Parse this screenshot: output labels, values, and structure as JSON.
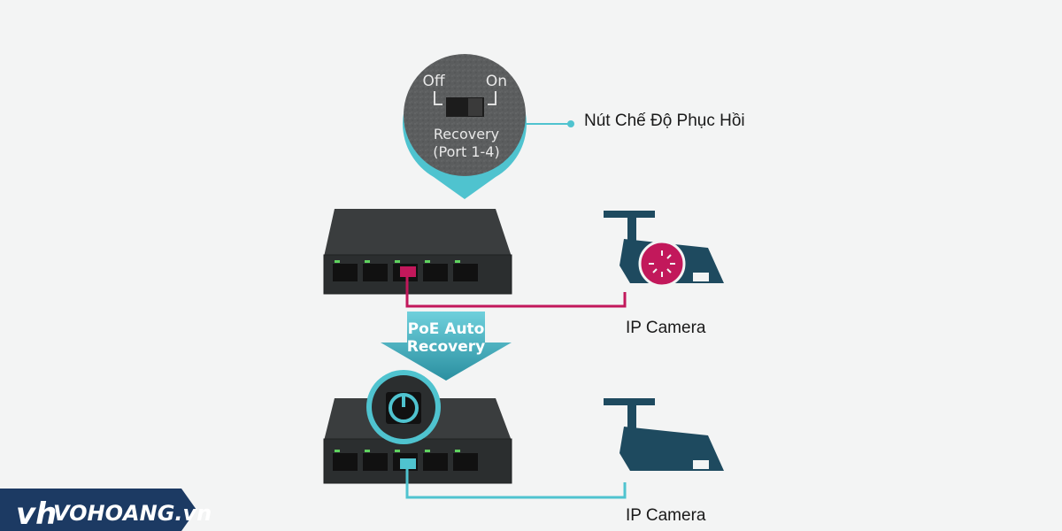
{
  "callout": {
    "label": "Nút Chế Độ Phục Hồi"
  },
  "zoom": {
    "off": "Off",
    "on": "On",
    "recovery_line1": "Recovery",
    "recovery_line2": "(Port 1-4)"
  },
  "arrow": {
    "line1": "PoE Auto",
    "line2": "Recovery"
  },
  "cameras": [
    {
      "label": "IP Camera"
    },
    {
      "label": "IP Camera"
    }
  ],
  "logo": {
    "text": "VOHOANG.vn"
  },
  "colors": {
    "teal": "#4fc3cf",
    "magenta": "#c2185b",
    "camera": "#1e4a5f",
    "switch": "#2f3233"
  }
}
